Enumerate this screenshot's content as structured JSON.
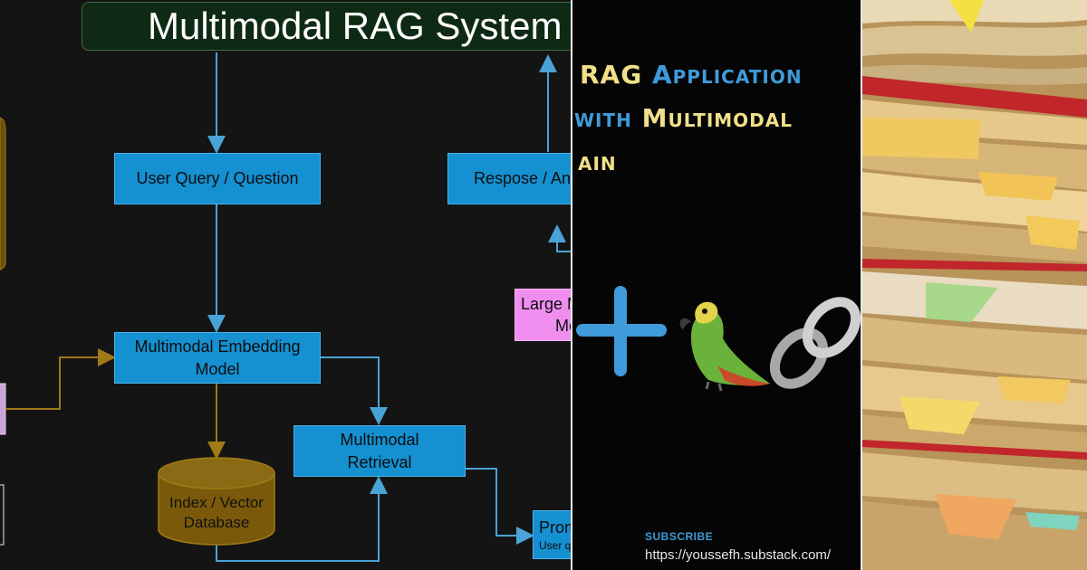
{
  "diagram": {
    "title": "Multimodal RAG System",
    "nodes": {
      "user_query": "User Query / Question",
      "response": "Respose / Answer",
      "embedding_line1": "Multimodal Embedding",
      "embedding_line2": "Model",
      "retrieval_line1": "Multimodal",
      "retrieval_line2": "Retrieval",
      "index_line1": "Index / Vector",
      "index_line2": "Database",
      "llm_line1": "Large Multimodal",
      "llm_line2": "Model",
      "prompt_line1": "Prompt",
      "prompt_line2": "User query + retrieved context"
    },
    "colors": {
      "blue": "#1590d1",
      "arrow_blue": "#4aa3d6",
      "arrow_gold": "#a07a16",
      "gold": "#7a5a0a",
      "pink": "#f08ef0"
    }
  },
  "promo": {
    "line1a": "RAG ",
    "line1b": "Application",
    "line2a": "with ",
    "line2b": "Multimodal",
    "line3": "ain",
    "subscribe": "SUBSCRIBE",
    "url": "https://youssefh.substack.com/",
    "icons": [
      "plus-icon",
      "parrot-icon",
      "chain-link-icon"
    ]
  },
  "photo": {
    "subject": "stack-of-papers-image"
  }
}
